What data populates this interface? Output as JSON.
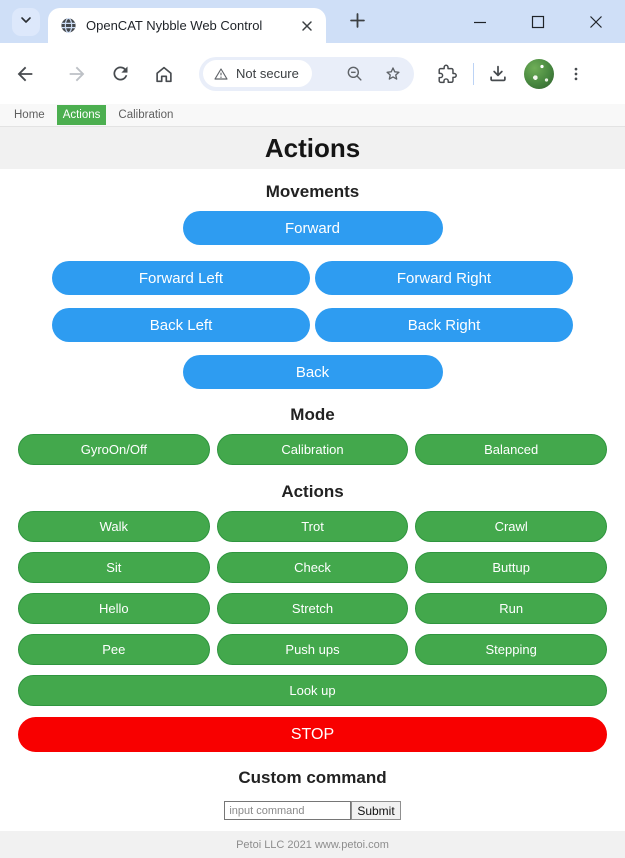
{
  "browser": {
    "tab_title": "OpenCAT Nybble Web Control",
    "security_chip": "Not secure"
  },
  "nav": {
    "home": "Home",
    "actions": "Actions",
    "calibration": "Calibration"
  },
  "page": {
    "title": "Actions",
    "movements": {
      "heading": "Movements",
      "buttons": [
        "Forward",
        "Forward Left",
        "Forward Right",
        "Back Left",
        "Back Right",
        "Back"
      ]
    },
    "mode": {
      "heading": "Mode",
      "buttons": [
        "GyroOn/Off",
        "Calibration",
        "Balanced"
      ]
    },
    "actions": {
      "heading": "Actions",
      "buttons": [
        "Walk",
        "Trot",
        "Crawl",
        "Sit",
        "Check",
        "Buttup",
        "Hello",
        "Stretch",
        "Run",
        "Pee",
        "Push ups",
        "Stepping",
        "Look up"
      ],
      "stop": "STOP"
    },
    "custom": {
      "heading": "Custom command",
      "placeholder": "input command",
      "submit": "Submit"
    },
    "footer": "Petoi LLC 2021 www.petoi.com"
  },
  "colors": {
    "movement_button": "#2e9cf1",
    "mode_action_button": "#43a84c",
    "stop_button": "#f80000",
    "nav_active": "#4caf50"
  }
}
